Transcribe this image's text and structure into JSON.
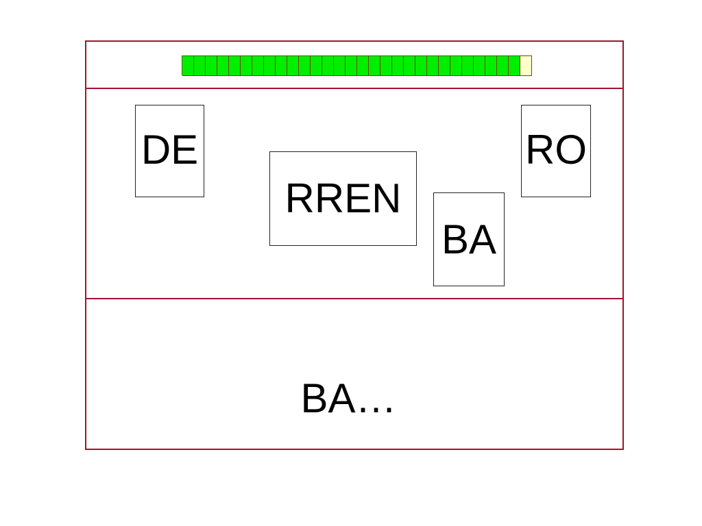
{
  "timer": {
    "total_segments": 30,
    "filled_segments": 29,
    "filled_color": "#00ee00",
    "empty_color": "#ffffcc"
  },
  "tiles": [
    {
      "id": "de",
      "text": "DE"
    },
    {
      "id": "rren",
      "text": "RREN"
    },
    {
      "id": "ba",
      "text": "BA"
    },
    {
      "id": "ro",
      "text": "RO"
    }
  ],
  "answer": {
    "text": "BA…"
  }
}
